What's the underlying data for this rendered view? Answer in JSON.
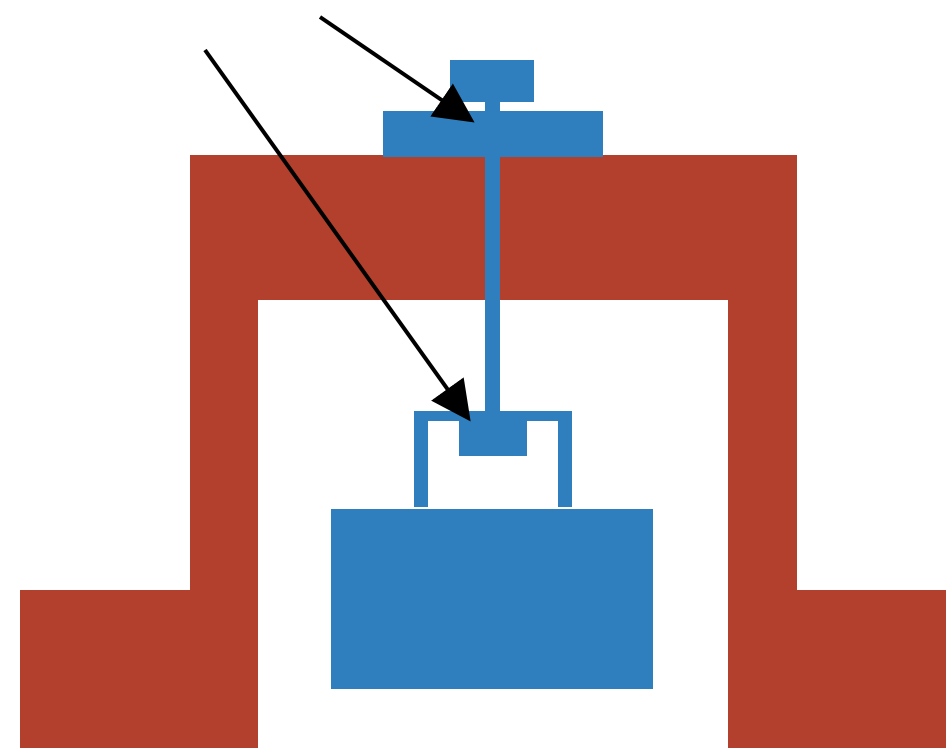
{
  "diagram": {
    "colors": {
      "background": "#ffffff",
      "frame": "#b2402c",
      "component": "#2f7fbf",
      "arrow": "#000000"
    },
    "parts": [
      "frame",
      "top-cap",
      "top-flange",
      "rod",
      "rod-end",
      "cup",
      "base-block"
    ],
    "arrow_count": 2
  }
}
